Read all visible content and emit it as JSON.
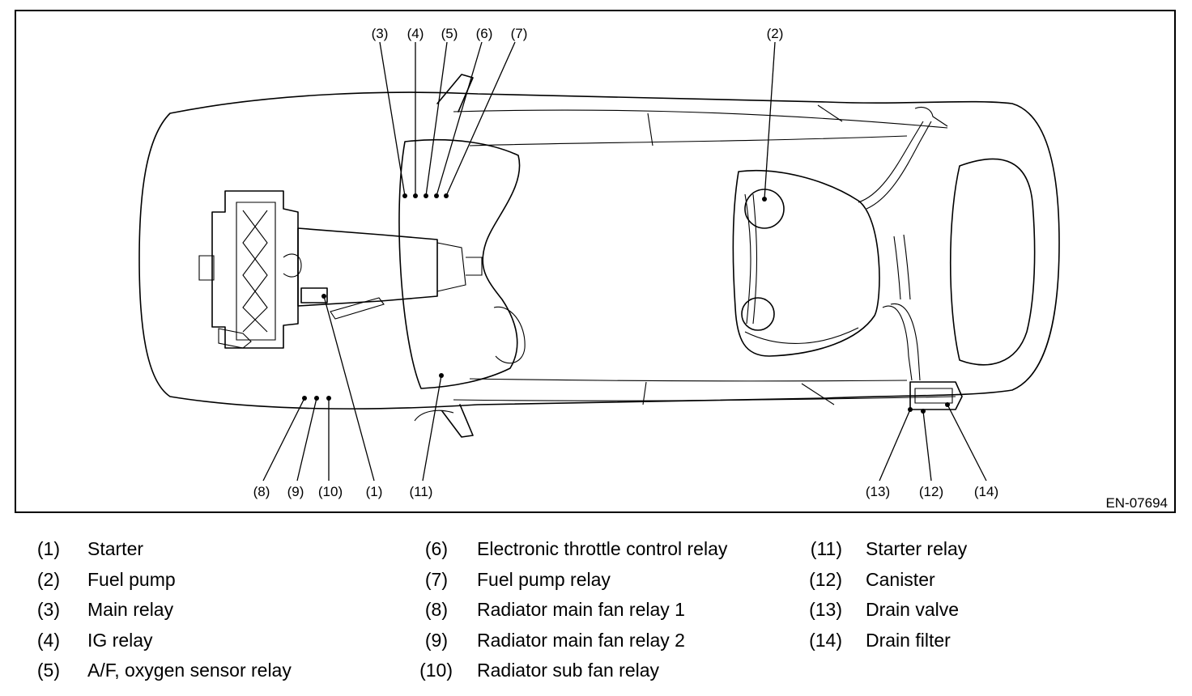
{
  "diagram": {
    "figure_code": "EN-07694",
    "callouts": {
      "c3": "(3)",
      "c4": "(4)",
      "c5": "(5)",
      "c6": "(6)",
      "c7": "(7)",
      "c2": "(2)",
      "c8": "(8)",
      "c9": "(9)",
      "c10": "(10)",
      "c1": "(1)",
      "c11": "(11)",
      "c13": "(13)",
      "c12": "(12)",
      "c14": "(14)"
    }
  },
  "legend": [
    {
      "num": "(1)",
      "label": "Starter"
    },
    {
      "num": "(2)",
      "label": "Fuel pump"
    },
    {
      "num": "(3)",
      "label": "Main relay"
    },
    {
      "num": "(4)",
      "label": "IG relay"
    },
    {
      "num": "(5)",
      "label": "A/F, oxygen sensor relay"
    },
    {
      "num": "(6)",
      "label": "Electronic throttle control relay"
    },
    {
      "num": "(7)",
      "label": "Fuel pump relay"
    },
    {
      "num": "(8)",
      "label": "Radiator main fan relay 1"
    },
    {
      "num": "(9)",
      "label": "Radiator main fan relay 2"
    },
    {
      "num": "(10)",
      "label": "Radiator sub fan relay"
    },
    {
      "num": "(11)",
      "label": "Starter relay"
    },
    {
      "num": "(12)",
      "label": "Canister"
    },
    {
      "num": "(13)",
      "label": "Drain valve"
    },
    {
      "num": "(14)",
      "label": "Drain filter"
    }
  ]
}
